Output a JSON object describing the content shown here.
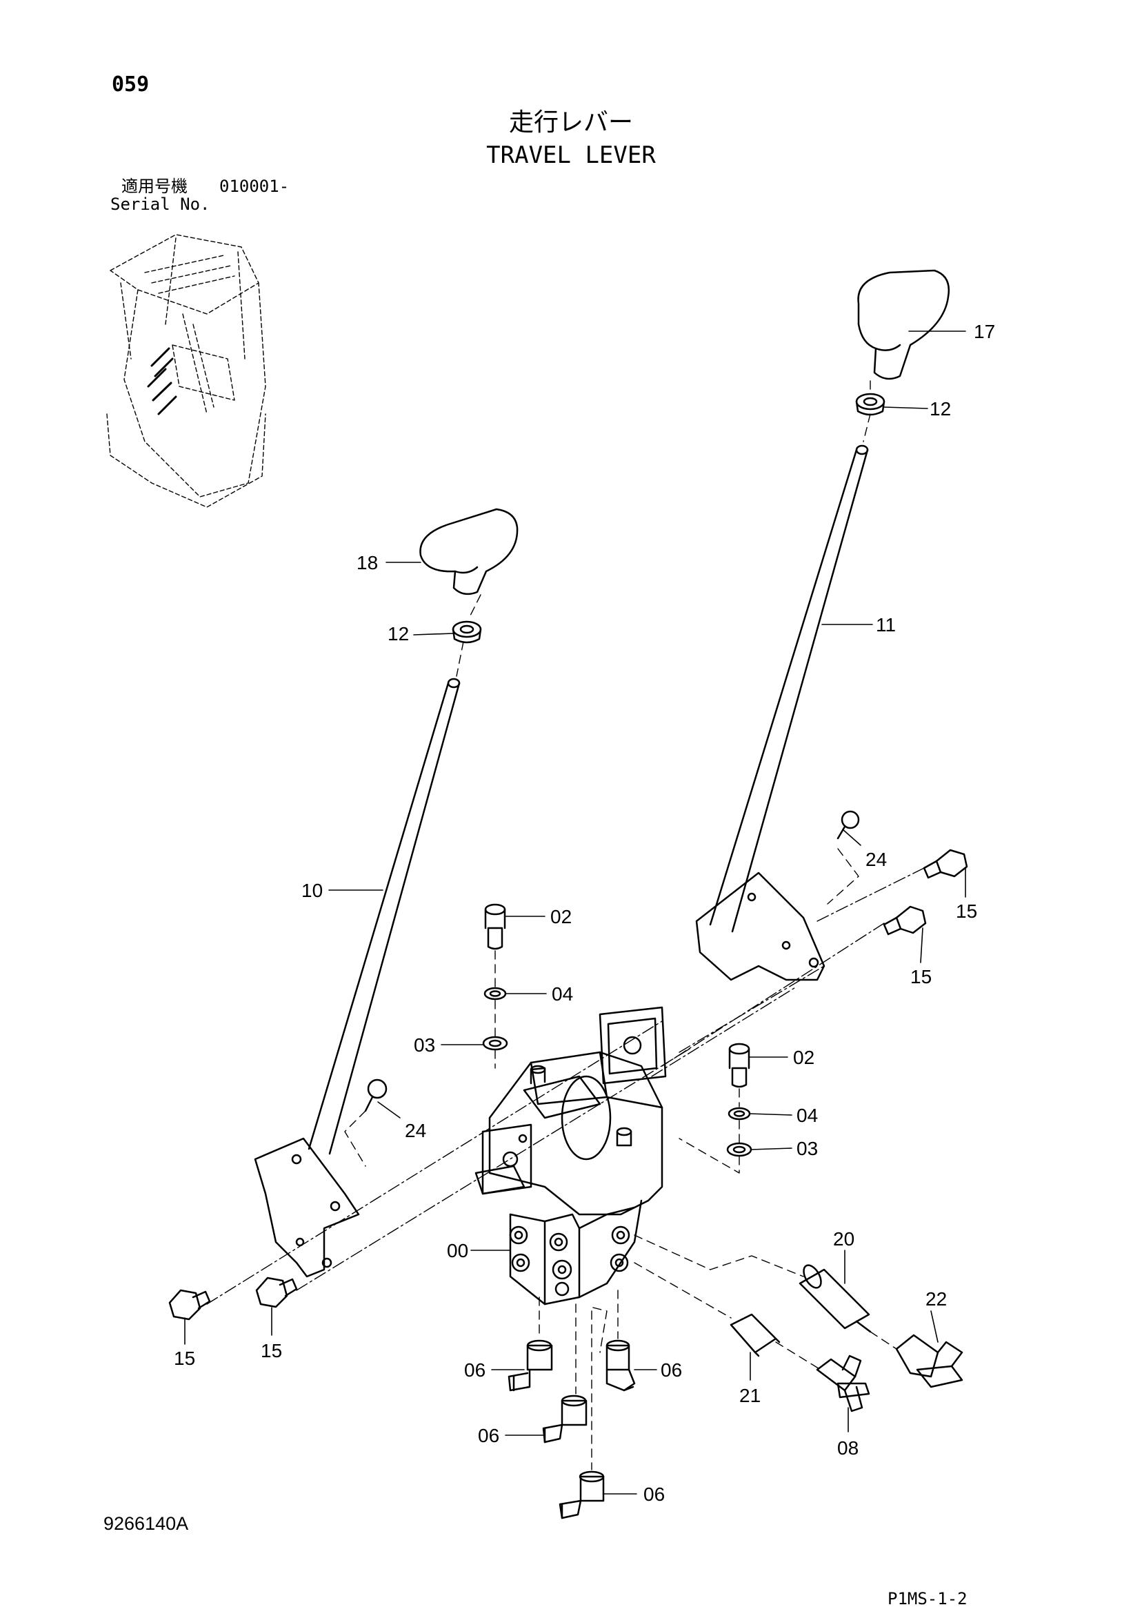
{
  "header": {
    "page_number": "059",
    "title_jp": "走行レバー",
    "title_en": "TRAVEL LEVER",
    "serial_label_jp": "適用号機",
    "serial_value": "010001-",
    "serial_label_en": "Serial No."
  },
  "footer": {
    "document_number": "9266140A",
    "page_reference": "P1MS-1-2"
  },
  "callouts": {
    "c17": "17",
    "c12a": "12",
    "c18": "18",
    "c12b": "12",
    "c11": "11",
    "c24a": "24",
    "c15a": "15",
    "c15b": "15",
    "c10": "10",
    "c02a": "02",
    "c04a": "04",
    "c03a": "03",
    "c02b": "02",
    "c04b": "04",
    "c03b": "03",
    "c24b": "24",
    "c00": "00",
    "c20": "20",
    "c22": "22",
    "c15c": "15",
    "c15d": "15",
    "c06a": "06",
    "c06b": "06",
    "c21": "21",
    "c06c": "06",
    "c08": "08",
    "c06d": "06"
  }
}
